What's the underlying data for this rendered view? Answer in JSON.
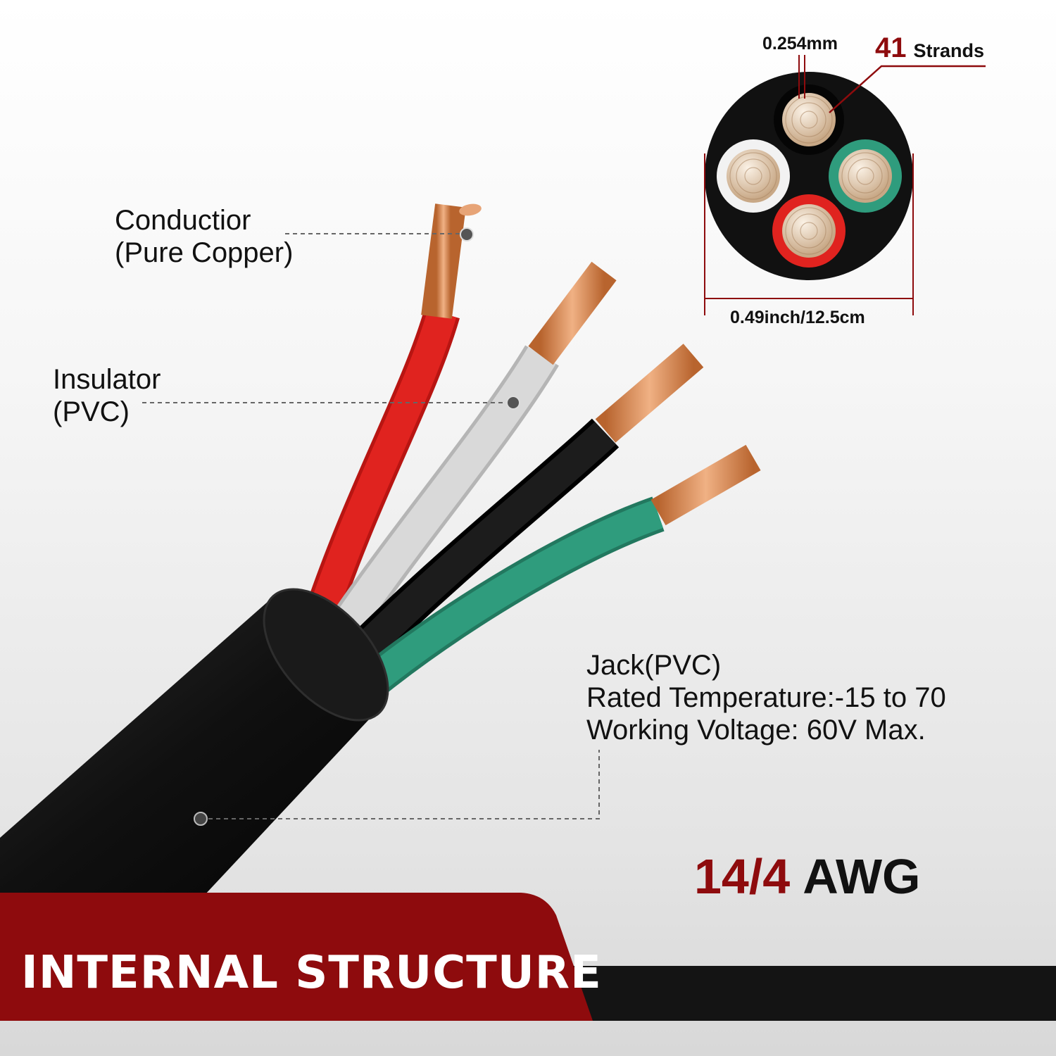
{
  "labels": {
    "conductor": {
      "line1": "Conductior",
      "line2": "(Pure Copper)"
    },
    "insulator": {
      "line1": "Insulator",
      "line2": "(PVC)"
    },
    "jacket": {
      "line1": "Jack(PVC)",
      "line2": "Rated Temperature:-15  to 70",
      "line3": "Working Voltage: 60V Max."
    }
  },
  "cross_section": {
    "strand_size": "0.254mm",
    "strand_count": "41",
    "strand_word": "Strands",
    "diameter": "0.49inch/12.5cm"
  },
  "gauge": {
    "number": "14/4",
    "unit": "AWG"
  },
  "banner": {
    "title": "INTERNAL STRUCTURE"
  },
  "colors": {
    "brand_red": "#8e0b0d",
    "banner_black": "#141414",
    "wire_red": "#e0231f",
    "wire_white": "#d9d9d9",
    "wire_black": "#121212",
    "wire_green": "#2f9c7d",
    "copper": "#d98a55"
  }
}
